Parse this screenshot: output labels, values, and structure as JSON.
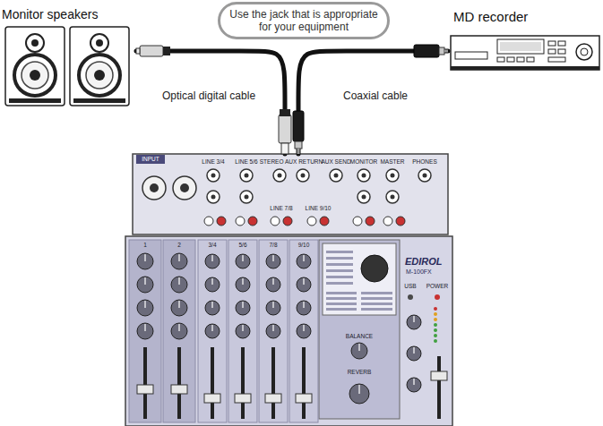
{
  "diagram": {
    "nodes": [
      {
        "text": [
          "Monitor speakers"
        ]
      },
      {
        "text": [
          "Use the jack that is appropriate for your equipment"
        ]
      },
      {
        "text": [
          "MD recorder"
        ]
      },
      {
        "text": [
          "EDIROL",
          "M-100FX"
        ]
      }
    ],
    "edges": [
      {
        "from": 0,
        "to": 3,
        "label": "Optical digital cable",
        "arrow": "none"
      },
      {
        "from": 2,
        "to": 3,
        "label": "Coaxial cable",
        "arrow": "none"
      }
    ],
    "labels": [
      "INPUT",
      "LINE 3/4",
      "LINE 5/6",
      "STEREO AUX RETURN",
      "AUX SEND",
      "MONITOR",
      "MASTER",
      "PHONES",
      "LINE 7/8",
      "LINE 9/10",
      "1",
      "2",
      "3/4",
      "5/6",
      "7/8",
      "9/10",
      "USB",
      "POWER",
      "BALANCE",
      "REVERB"
    ]
  }
}
